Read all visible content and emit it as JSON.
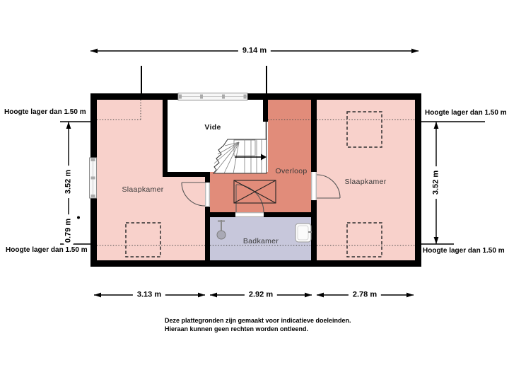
{
  "rooms": {
    "bedroom_left": "Slaapkamer",
    "void": "Vide",
    "landing": "Overloop",
    "bathroom": "Badkamer",
    "bedroom_right": "Slaapkamer"
  },
  "dimensions": {
    "width_total": "9.14 m",
    "bottom_left": "3.13 m",
    "bottom_middle": "2.92 m",
    "bottom_right": "2.78 m",
    "left_upper": "3.52 m",
    "left_lower": "0.79 m",
    "right_side": "3.52 m"
  },
  "annotations": {
    "height_note": "Hoogte lager dan 1.50 m"
  },
  "disclaimer": {
    "line1": "Deze plattegronden zijn gemaakt voor indicatieve doeleinden.",
    "line2": "Hieraan kunnen geen rechten worden ontleend."
  },
  "colors": {
    "room_pink": "#f8d1cb",
    "landing_salmon": "#e18c7a",
    "bath_lavender": "#c7c7db",
    "wall": "#000000"
  }
}
